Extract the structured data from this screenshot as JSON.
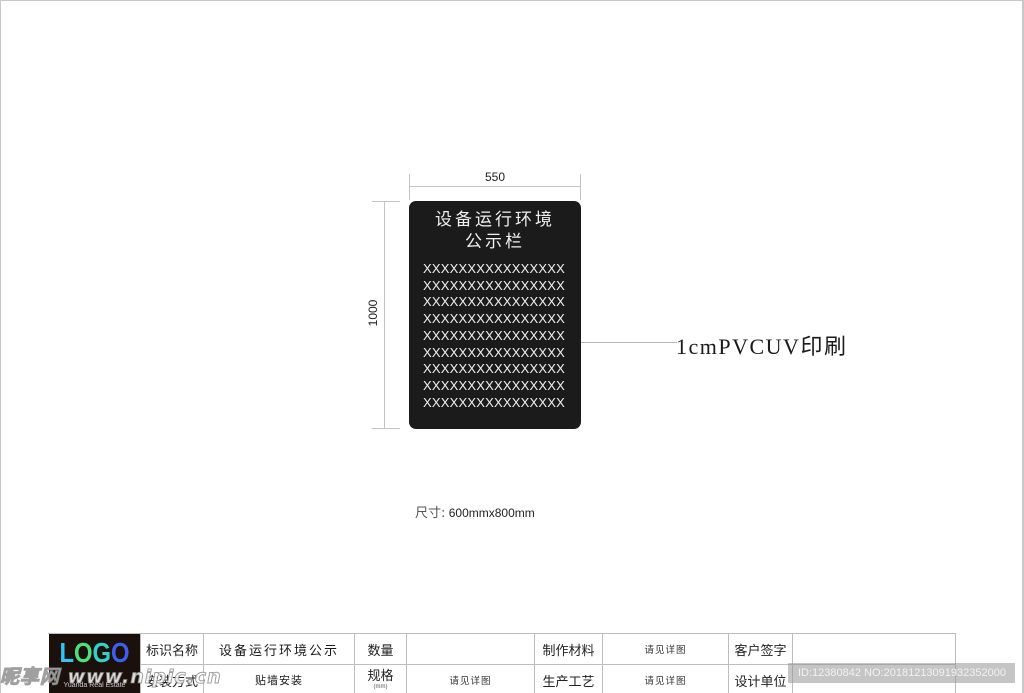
{
  "drawing": {
    "width_dimension": "550",
    "height_dimension": "1000",
    "sign": {
      "title_line1": "设备运行环境",
      "title_line2": "公示栏",
      "body_lines": [
        "XXXXXXXXXXXXXXXX",
        "XXXXXXXXXXXXXXXX",
        "XXXXXXXXXXXXXXXX",
        "XXXXXXXXXXXXXXXX",
        "XXXXXXXXXXXXXXXX",
        "XXXXXXXXXXXXXXXX",
        "XXXXXXXXXXXXXXXX",
        "XXXXXXXXXXXXXXXX",
        "XXXXXXXXXXXXXXXX"
      ],
      "background_color": "#1b1b1b",
      "text_color": "#f0f0f0"
    },
    "callout": "1cmPVCUV印刷",
    "size_note_label": "尺寸:",
    "size_note_value": " 600mmx800mm"
  },
  "title_block": {
    "logo": {
      "letters": [
        "L",
        "O",
        "G",
        "O"
      ],
      "colors": [
        "#33c4ef",
        "#4fe07d",
        "#34d0c8",
        "#3d5ef2"
      ],
      "subtitle": "Yuanda Real Estate"
    },
    "row1": {
      "name_label": "标识名称",
      "name_value": "设备运行环境公示",
      "qty_label": "数量",
      "qty_value": "",
      "material_label": "制作材料",
      "material_value": "请见详图",
      "client_label": "客户签字",
      "client_value": ""
    },
    "row2": {
      "install_label": "安装方式",
      "install_value": "贴墙安装",
      "spec_label": "规格",
      "spec_unit": "(mm)",
      "spec_value": "请见详图",
      "process_label": "生产工艺",
      "process_value": "请见详图",
      "design_label": "设计单位",
      "design_value": ""
    }
  },
  "watermarks": {
    "site": "昵享网 www.nipic.cn",
    "id_text": "ID:12380842 NO:20181213091932352000"
  }
}
